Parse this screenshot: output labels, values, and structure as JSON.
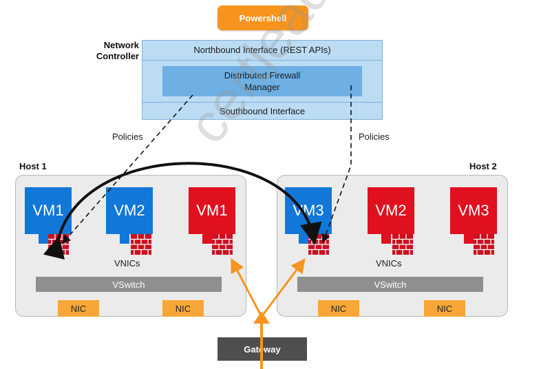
{
  "powershell": "Powershell",
  "network_controller": {
    "label_line1": "Network",
    "label_line2": "Controller",
    "northbound": "Northbound Interface (REST APIs)",
    "dfm_line1": "Distributed Firewall",
    "dfm_line2": "Manager",
    "southbound": "Southbound Interface"
  },
  "policies_left": "Policies",
  "policies_right": "Policies",
  "host1": {
    "title": "Host 1",
    "vms": [
      {
        "label": "VM1",
        "color": "#1177d9"
      },
      {
        "label": "VM2",
        "color": "#1177d9"
      },
      {
        "label": "VM1",
        "color": "#e0101e"
      }
    ],
    "vnics": "VNICs",
    "vswitch": "VSwitch",
    "nics": [
      "NIC",
      "NIC"
    ]
  },
  "host2": {
    "title": "Host 2",
    "vms": [
      {
        "label": "VM3",
        "color": "#1177d9"
      },
      {
        "label": "VM2",
        "color": "#e0101e"
      },
      {
        "label": "VM3",
        "color": "#e0101e"
      }
    ],
    "vnics": "VNICs",
    "vswitch": "VSwitch",
    "nics": [
      "NIC",
      "NIC"
    ]
  },
  "gateway": "Gateway",
  "watermark": "certleader.com",
  "colors": {
    "orange": "#f7941d",
    "nc_box": "#bcdcf4",
    "dfm_box": "#6eb0e4",
    "vm_blue": "#1177d9",
    "vm_red": "#e0101e",
    "vswitch": "#8f8f8f",
    "nic": "#f7a637",
    "gateway": "#4e4e4e",
    "firewall": "#cc1020"
  }
}
